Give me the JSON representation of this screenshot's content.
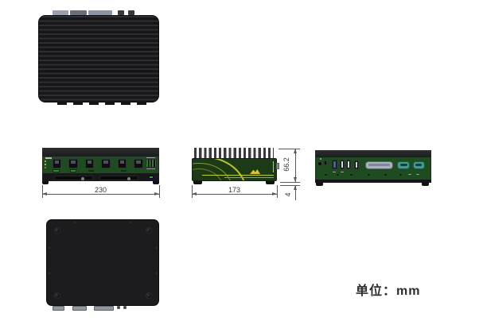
{
  "unit_note": "单位：mm",
  "dimensions": {
    "width_mm": "230",
    "depth_mm": "173",
    "height_mm": "66.2",
    "foot_height_mm": "4"
  },
  "colors": {
    "chassis_black": "#1d1d20",
    "pcb_green": "#1e4c20",
    "side_panel_green": "#1d3a16",
    "accent_yellow": "#c3cf36",
    "usb3_blue": "#3f63bb",
    "serial_teal": "#3f9e92",
    "connector_gray": "#a9b1bf",
    "dimension_line_gray": "#5a5a5a"
  }
}
